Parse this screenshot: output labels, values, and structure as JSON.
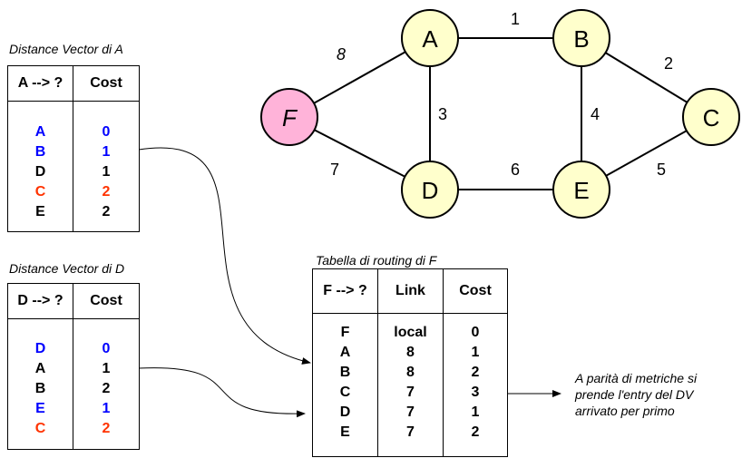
{
  "colors": {
    "node_fill": "#ffffcc",
    "node_source_fill": "#ffb3d9",
    "blue": "#0000ff",
    "red": "#ff3300",
    "black": "#000000"
  },
  "graph": {
    "nodes": [
      {
        "id": "A",
        "label": "A"
      },
      {
        "id": "B",
        "label": "B"
      },
      {
        "id": "C",
        "label": "C"
      },
      {
        "id": "D",
        "label": "D"
      },
      {
        "id": "E",
        "label": "E"
      },
      {
        "id": "F",
        "label": "F"
      }
    ],
    "edges": [
      {
        "from": "A",
        "to": "B",
        "weight": "1"
      },
      {
        "from": "B",
        "to": "C",
        "weight": "2"
      },
      {
        "from": "A",
        "to": "D",
        "weight": "3"
      },
      {
        "from": "B",
        "to": "E",
        "weight": "4"
      },
      {
        "from": "E",
        "to": "C",
        "weight": "5"
      },
      {
        "from": "D",
        "to": "E",
        "weight": "6"
      },
      {
        "from": "F",
        "to": "D",
        "weight": "7"
      },
      {
        "from": "F",
        "to": "A",
        "weight": "8"
      }
    ]
  },
  "dv_a": {
    "caption": "Distance Vector di A",
    "headers": [
      "A --> ?",
      "Cost"
    ],
    "rows": [
      {
        "dest": "A",
        "cost": "0",
        "color": "blue"
      },
      {
        "dest": "B",
        "cost": "1",
        "color": "blue"
      },
      {
        "dest": "D",
        "cost": "1",
        "color": "black"
      },
      {
        "dest": "C",
        "cost": "2",
        "color": "red"
      },
      {
        "dest": "E",
        "cost": "2",
        "color": "black"
      }
    ]
  },
  "dv_d": {
    "caption": "Distance Vector di D",
    "headers": [
      "D --> ?",
      "Cost"
    ],
    "rows": [
      {
        "dest": "D",
        "cost": "0",
        "color": "blue"
      },
      {
        "dest": "A",
        "cost": "1",
        "color": "black"
      },
      {
        "dest": "B",
        "cost": "2",
        "color": "black"
      },
      {
        "dest": "E",
        "cost": "1",
        "color": "blue"
      },
      {
        "dest": "C",
        "cost": "2",
        "color": "red"
      }
    ]
  },
  "routing_f": {
    "caption": "Tabella di routing di F",
    "headers": [
      "F --> ?",
      "Link",
      "Cost"
    ],
    "rows": [
      {
        "dest": "F",
        "link": "local",
        "cost": "0"
      },
      {
        "dest": "A",
        "link": "8",
        "cost": "1"
      },
      {
        "dest": "B",
        "link": "8",
        "cost": "2"
      },
      {
        "dest": "C",
        "link": "7",
        "cost": "3"
      },
      {
        "dest": "D",
        "link": "7",
        "cost": "1"
      },
      {
        "dest": "E",
        "link": "7",
        "cost": "2"
      }
    ]
  },
  "note": {
    "lines": [
      "A parità di metriche si",
      "prende l'entry del DV",
      "arrivato per primo"
    ]
  }
}
